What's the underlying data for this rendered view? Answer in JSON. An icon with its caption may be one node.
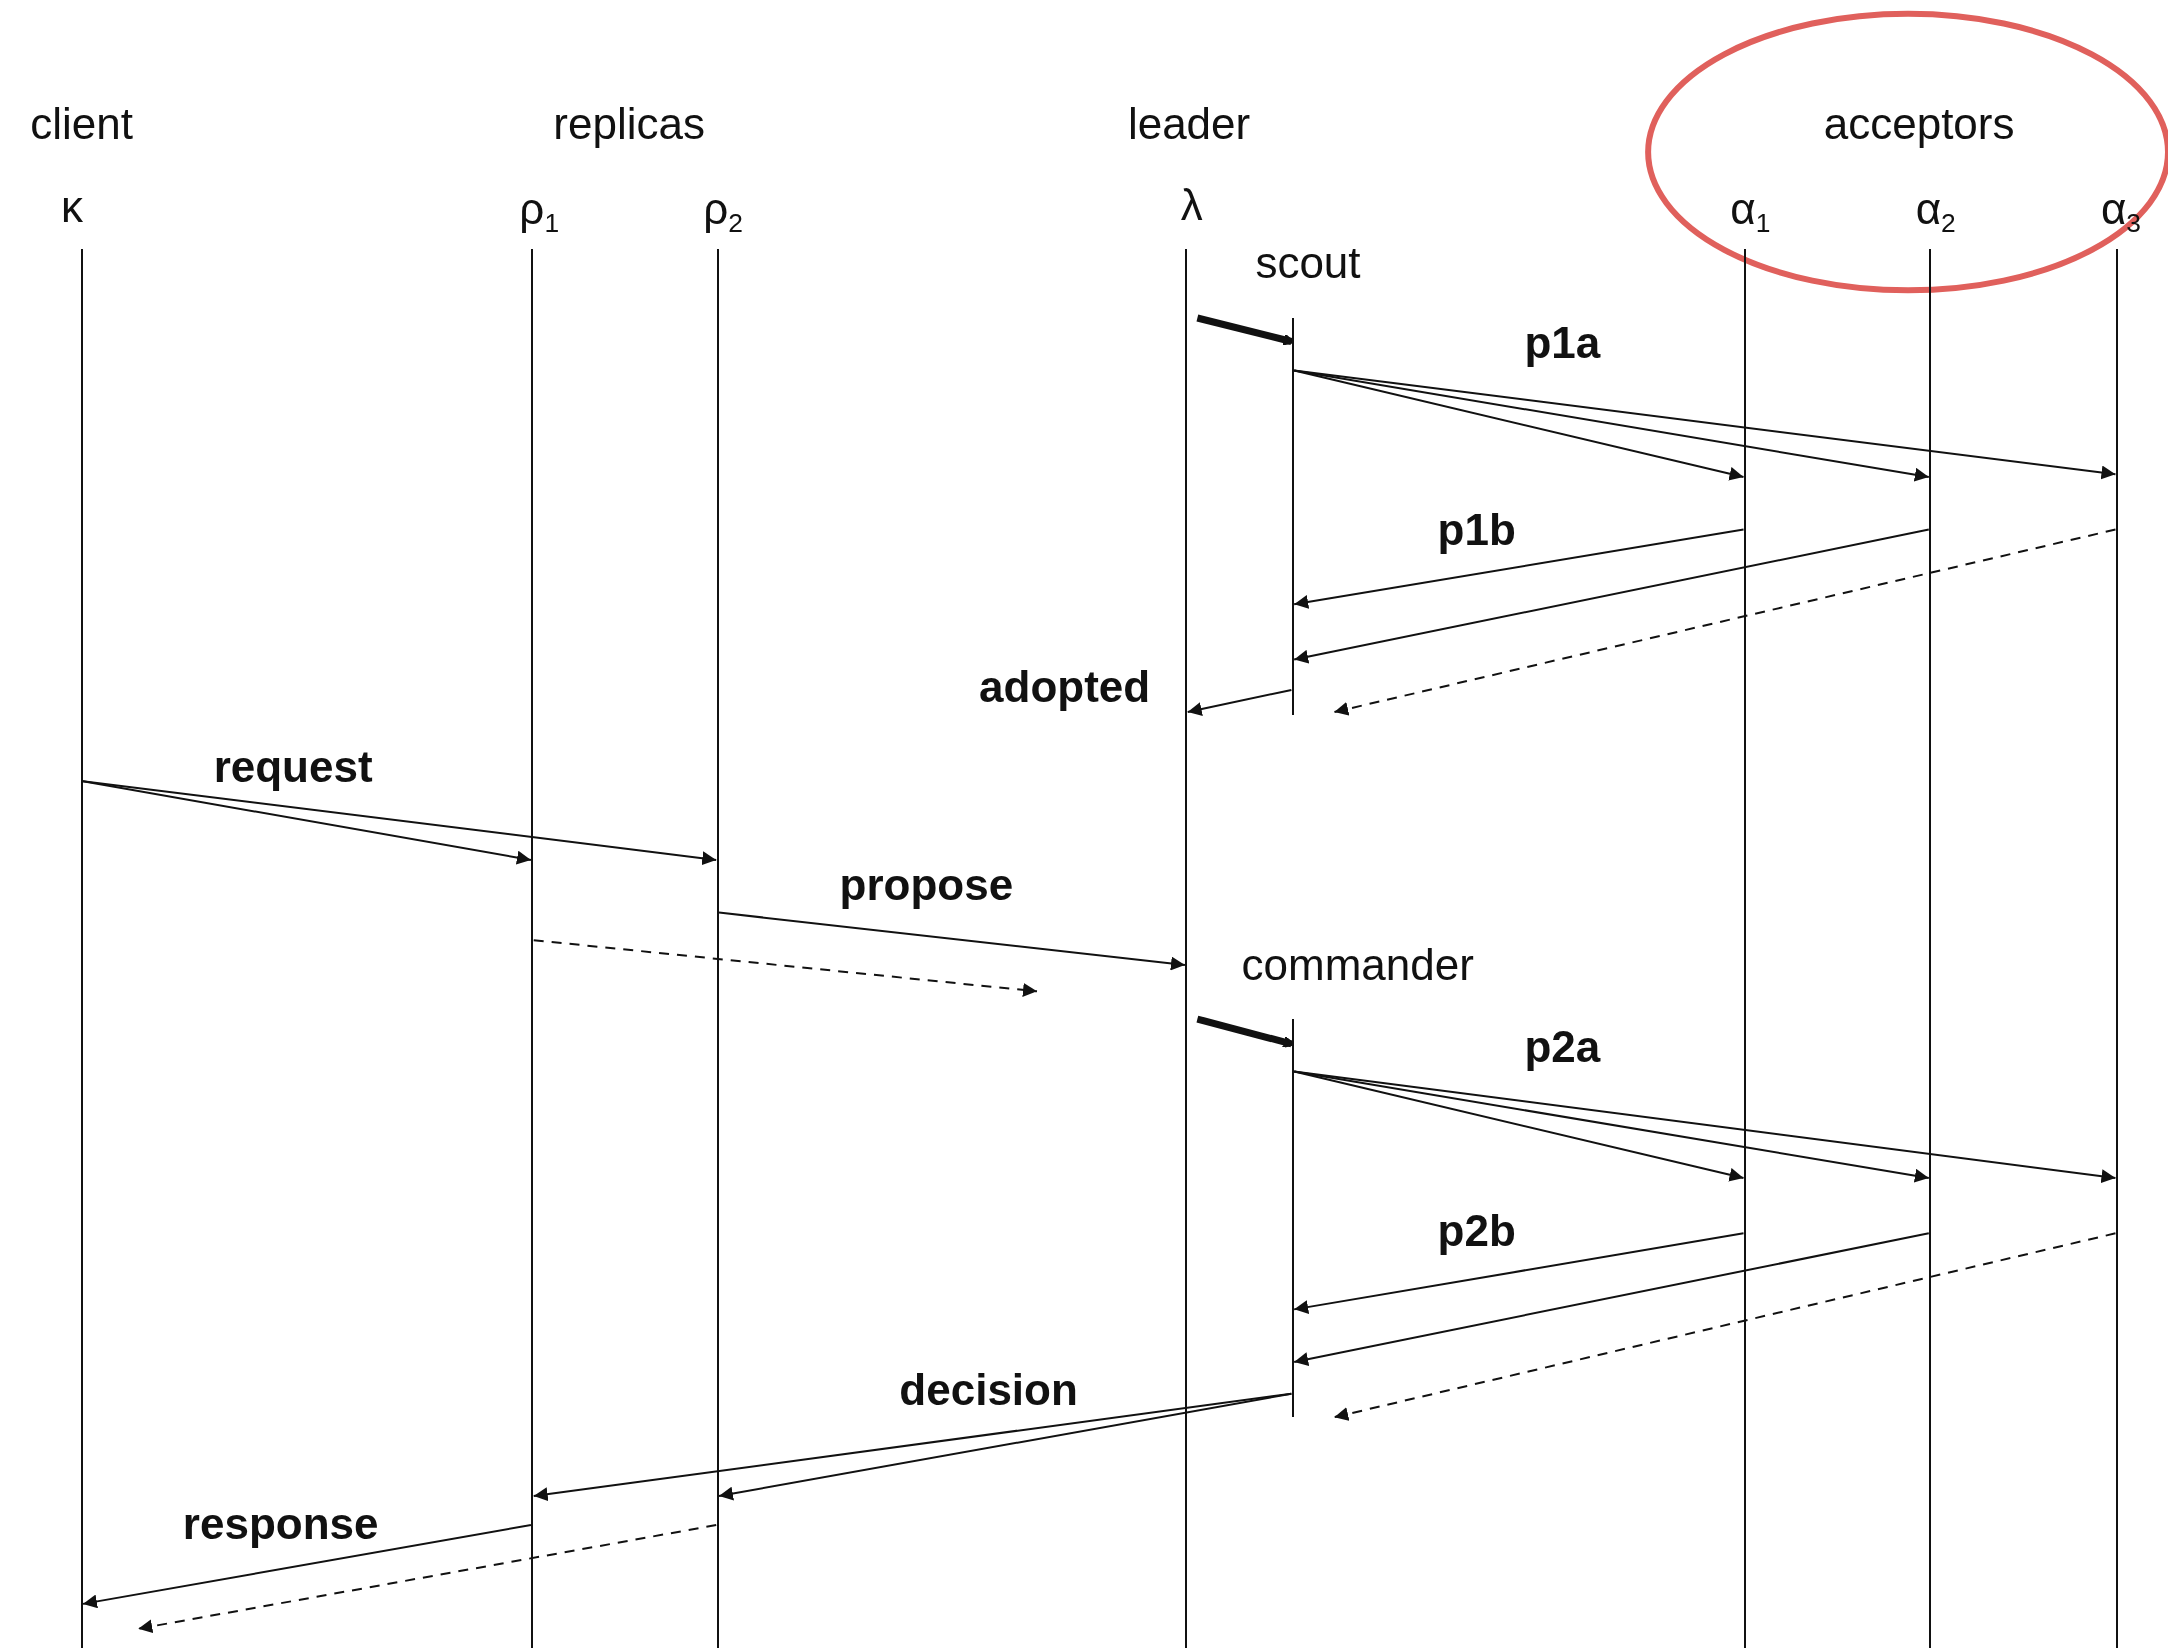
{
  "diagram": {
    "nodes": [
      {
        "text": [
          "client",
          "κ"
        ]
      },
      {
        "text": [
          "ρ$_{1}$"
        ]
      },
      {
        "text": [
          "ρ$_{2}$"
        ]
      },
      {
        "text": [
          "leader",
          "λ"
        ]
      },
      {
        "text": [
          "scout"
        ]
      },
      {
        "text": [
          "commander"
        ]
      },
      {
        "text": [
          "α$_{1}$"
        ]
      },
      {
        "text": [
          "α$_{2}$"
        ]
      },
      {
        "text": [
          "α$_{3}$"
        ]
      }
    ],
    "edges": [
      {
        "from": 3,
        "to": 4,
        "arrow": "to",
        "style": "thick"
      },
      {
        "from": 4,
        "to": 6,
        "arrow": "to",
        "label": "p1a"
      },
      {
        "from": 4,
        "to": 7,
        "arrow": "to"
      },
      {
        "from": 4,
        "to": 8,
        "arrow": "to"
      },
      {
        "from": 6,
        "to": 4,
        "arrow": "to",
        "label": "p1b"
      },
      {
        "from": 7,
        "to": 4,
        "arrow": "to"
      },
      {
        "from": 8,
        "to": 4,
        "arrow": "to",
        "style": "dashed"
      },
      {
        "from": 4,
        "to": 3,
        "arrow": "to",
        "label": "adopted"
      },
      {
        "from": 0,
        "to": 1,
        "arrow": "to",
        "label": "request"
      },
      {
        "from": 0,
        "to": 2,
        "arrow": "to"
      },
      {
        "from": 2,
        "to": 3,
        "arrow": "to",
        "label": "propose"
      },
      {
        "from": 1,
        "to": null,
        "arrow": "to",
        "style": "dashed"
      },
      {
        "from": 3,
        "to": 5,
        "arrow": "to",
        "style": "thick"
      },
      {
        "from": 5,
        "to": 6,
        "arrow": "to",
        "label": "p2a"
      },
      {
        "from": 5,
        "to": 7,
        "arrow": "to"
      },
      {
        "from": 5,
        "to": 8,
        "arrow": "to"
      },
      {
        "from": 6,
        "to": 5,
        "arrow": "to",
        "label": "p2b"
      },
      {
        "from": 7,
        "to": 5,
        "arrow": "to"
      },
      {
        "from": 8,
        "to": 5,
        "arrow": "to",
        "style": "dashed"
      },
      {
        "from": 5,
        "to": 1,
        "arrow": "to",
        "label": "decision"
      },
      {
        "from": 5,
        "to": 2,
        "arrow": "to"
      },
      {
        "from": 1,
        "to": 0,
        "arrow": "to",
        "label": "response"
      },
      {
        "from": 2,
        "to": null,
        "arrow": "to",
        "style": "dashed"
      }
    ],
    "labels": [
      "replicas",
      "acceptors"
    ]
  }
}
